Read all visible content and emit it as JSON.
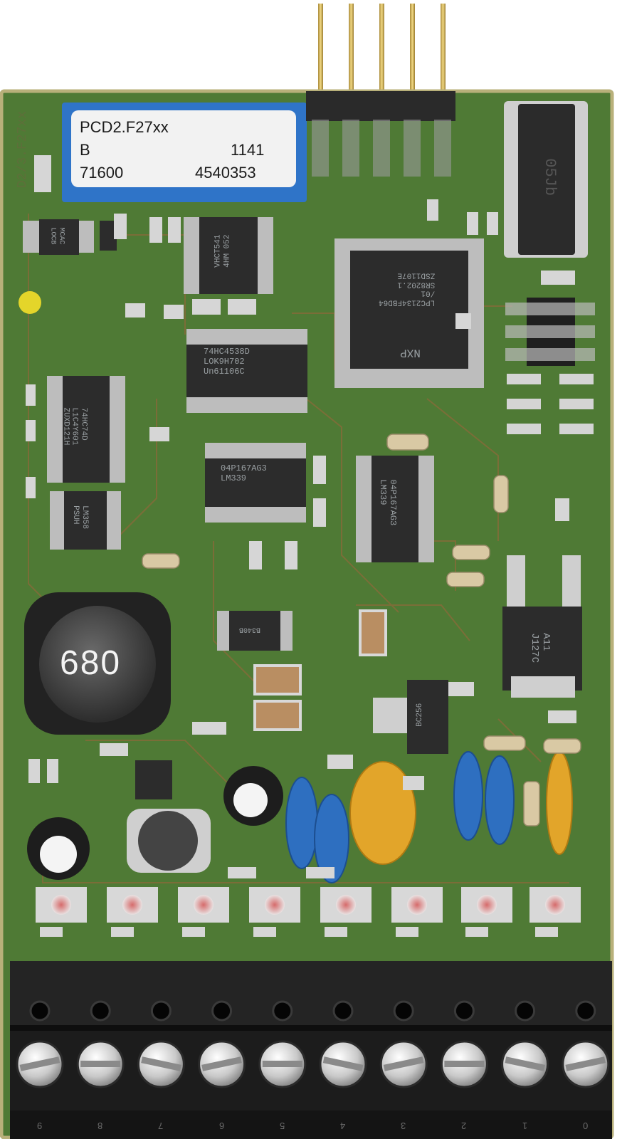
{
  "sticker": {
    "model": "PCD2.F27xx",
    "rev": "B",
    "date_code": "1141",
    "part_no": "71600",
    "serial": "4540353"
  },
  "inductor_marking": "680",
  "pcb_edge_text": "D2/3.F27xx",
  "chips": {
    "mcu": "LPC2134FBD64\n/01\nSR8202.1\nZSD1107E",
    "mcu_logo": "NXP",
    "ic_4538": "74HC4538D\nLOK9H702\nUn61106C",
    "ic_lm339_a": "04P167AG3\nLM339",
    "ic_lm339_b": "04P167AG3\nLM339",
    "ic_74hc74": "74HC74D\nL1C4Y601\nZUXD121H",
    "ic_lm358": "LM358\nPSUH",
    "ic_vhct": "VHCT541\n4HM 052",
    "ic_mcac": "MCAC\nLOCB",
    "diode_b340": "B340B",
    "regulator": "A11\nJ127C",
    "transistor": "BC256",
    "relay": "05Jb"
  },
  "terminal_numbers": [
    "9",
    "8",
    "7",
    "6",
    "5",
    "4",
    "3",
    "2",
    "1",
    "0"
  ],
  "colors": {
    "pcb_green": "#4f7a35",
    "sticker_blue": "#2f74c8",
    "terminal_black": "#1c1c1c",
    "capacitor_blue": "#2e6fc0",
    "capacitor_yellow": "#e2a52a"
  }
}
